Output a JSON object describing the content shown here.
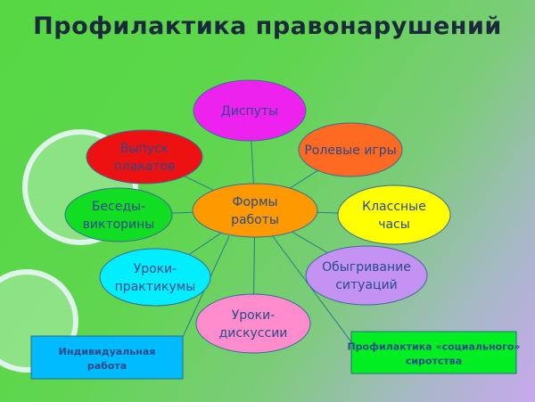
{
  "title": "Профилактика правонарушений",
  "center": {
    "lines": [
      "Формы",
      "работы"
    ],
    "color": "#ff9900"
  },
  "nodes": [
    {
      "id": "disputes",
      "lines": [
        "Диспуты"
      ],
      "color": "#ee22ee"
    },
    {
      "id": "role-games",
      "lines": [
        "Ролевые игры"
      ],
      "color": "#ff6a22"
    },
    {
      "id": "posters",
      "lines": [
        "Выпуск",
        "плакатов"
      ],
      "color": "#ee1111"
    },
    {
      "id": "quizzes",
      "lines": [
        "Беседы-",
        "викторины"
      ],
      "color": "#11dd22"
    },
    {
      "id": "class-hours",
      "lines": [
        "Классные",
        "часы"
      ],
      "color": "#ffff00"
    },
    {
      "id": "workshops",
      "lines": [
        "Уроки-",
        "практикумы"
      ],
      "color": "#00eeff"
    },
    {
      "id": "role-play",
      "lines": [
        "Обыгривание",
        "ситуаций"
      ],
      "color": "#c392f2"
    },
    {
      "id": "discussions",
      "lines": [
        "Уроки-",
        "дискуссии"
      ],
      "color": "#ff8ccc"
    }
  ],
  "boxes": [
    {
      "id": "individual-work",
      "lines": [
        "Индивидуальная",
        "работа"
      ],
      "color": "#00bbff"
    },
    {
      "id": "social-orphanhood",
      "lines": [
        "Профилактика «социального»",
        "сиротства"
      ],
      "color": "#00ee22"
    }
  ]
}
